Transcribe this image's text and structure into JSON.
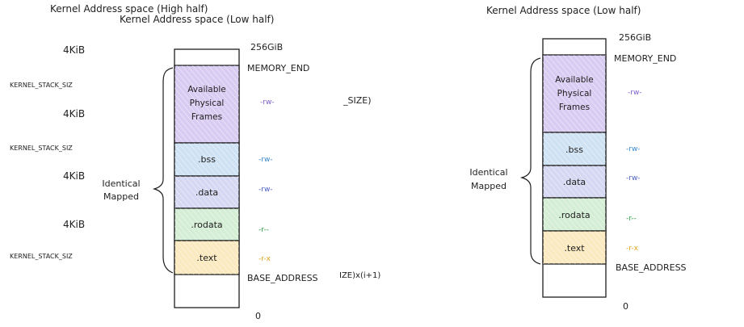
{
  "left": {
    "title_high": "Kernel Address space (High half)",
    "title_low": "Kernel Address space (Low half)",
    "top_label": "256GiB",
    "memory_end": "MEMORY_END",
    "base_address": "BASE_ADDRESS",
    "zero": "0",
    "identical_mapped": [
      "Identical",
      "Mapped"
    ],
    "overlap_size": "_SIZE)",
    "overlap_formula": "IZE)x(i+1)",
    "side_labels": {
      "k4_1": "4KiB",
      "stack_1": "KERNEL_STACK_SIZ",
      "k4_2": "4KiB",
      "stack_2": "KERNEL_STACK_SIZ",
      "k4_3": "4KiB",
      "k4_4": "4KiB",
      "stack_3": "KERNEL_STACK_SIZ"
    },
    "segments": [
      {
        "lines": [
          "Available",
          "Physical",
          "Frames"
        ],
        "perm": "-rw-",
        "perm_color": "#7c5cc4",
        "fill": "#d9ccf2"
      },
      {
        "lines": [
          ".bss"
        ],
        "perm": "-rw-",
        "perm_color": "#3a86c8",
        "fill": "#cfe2f3"
      },
      {
        "lines": [
          ".data"
        ],
        "perm": "-rw-",
        "perm_color": "#4a5fc1",
        "fill": "#d5d8f2"
      },
      {
        "lines": [
          ".rodata"
        ],
        "perm": "-r--",
        "perm_color": "#2e9e44",
        "fill": "#d4edd5"
      },
      {
        "lines": [
          ".text"
        ],
        "perm": "-r-x",
        "perm_color": "#e0a21c",
        "fill": "#fbe9bf"
      }
    ]
  },
  "right": {
    "title_low": "Kernel Address space (Low half)",
    "top_label": "256GiB",
    "memory_end": "MEMORY_END",
    "base_address": "BASE_ADDRESS",
    "zero": "0",
    "identical_mapped": [
      "Identical",
      "Mapped"
    ],
    "segments": [
      {
        "lines": [
          "Available",
          "Physical",
          "Frames"
        ],
        "perm": "-rw-",
        "perm_color": "#7c5cc4",
        "fill": "#d9ccf2"
      },
      {
        "lines": [
          ".bss"
        ],
        "perm": "-rw-",
        "perm_color": "#3a86c8",
        "fill": "#cfe2f3"
      },
      {
        "lines": [
          ".data"
        ],
        "perm": "-rw-",
        "perm_color": "#4a5fc1",
        "fill": "#d5d8f2"
      },
      {
        "lines": [
          ".rodata"
        ],
        "perm": "-r--",
        "perm_color": "#2e9e44",
        "fill": "#d4edd5"
      },
      {
        "lines": [
          ".text"
        ],
        "perm": "-r-x",
        "perm_color": "#e0a21c",
        "fill": "#fbe9bf"
      }
    ]
  }
}
